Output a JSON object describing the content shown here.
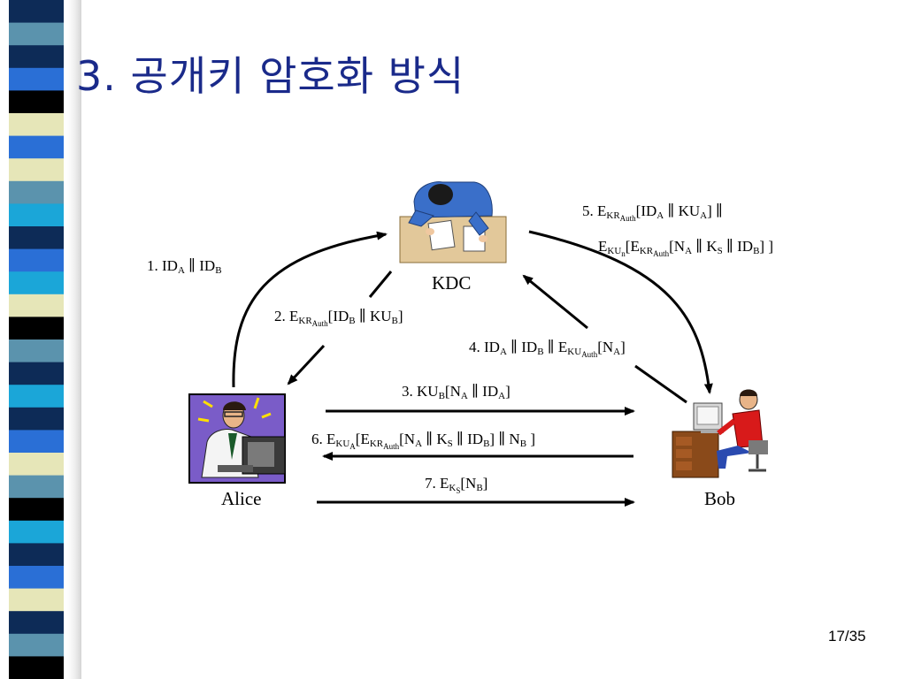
{
  "slide": {
    "title": "3. 공개키 암호화 방식",
    "page_number": "17/35"
  },
  "colors": {
    "title": "#1a2a8a",
    "strip_dark": "#0d2b57",
    "strip_blue": "#2a6fd6",
    "strip_cyan": "#1ba6d8",
    "strip_steel": "#5b93ad",
    "strip_cream": "#e6e6b8",
    "strip_black": "#000000",
    "arrow": "#000000"
  },
  "nodes": {
    "kdc": {
      "label": "KDC",
      "icon": "person-at-desk-top-view"
    },
    "alice": {
      "label": "Alice",
      "icon": "man-at-computer"
    },
    "bob": {
      "label": "Bob",
      "icon": "man-at-desk-computer"
    }
  },
  "messages": {
    "m1": {
      "number": "1.",
      "parts": [
        "ID",
        "A",
        " ∥ ID",
        "B"
      ]
    },
    "m2": {
      "number": "2.",
      "parts": [
        "E",
        "KR",
        "Auth",
        "[ID",
        "B",
        " ∥ KU",
        "B",
        "]"
      ]
    },
    "m3": {
      "number": "3.",
      "parts": [
        "KU",
        "B",
        "[N",
        "A",
        " ∥ ID",
        "A",
        "]"
      ]
    },
    "m4": {
      "number": "4.",
      "parts": [
        "ID",
        "A",
        " ∥ ID",
        "B",
        " ∥ E",
        "KU",
        "Auth",
        "[N",
        "A",
        "]"
      ]
    },
    "m5": {
      "number": "5.",
      "line1": [
        "E",
        "KR",
        "Auth",
        "[ID",
        "A",
        " ∥ KU",
        "A",
        "] ∥"
      ],
      "line2": [
        "E",
        "KU",
        "n",
        "[E",
        "KR",
        "Auth",
        "[N",
        "A",
        " ∥ K",
        "S",
        " ∥ ID",
        "B",
        "] ]"
      ]
    },
    "m6": {
      "number": "6.",
      "parts": [
        "E",
        "KU",
        "A",
        "[E",
        "KR",
        "Auth",
        "[N",
        "A",
        " ∥ K",
        "S",
        " ∥ ID",
        "B",
        "] ∥ N",
        "B",
        " ]"
      ]
    },
    "m7": {
      "number": "7.",
      "parts": [
        "E",
        "K",
        "S",
        "[N",
        "B",
        "]"
      ]
    }
  }
}
